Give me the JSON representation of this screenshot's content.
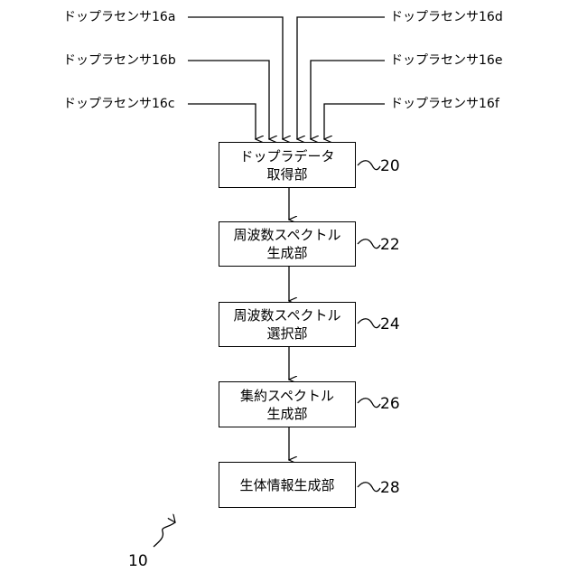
{
  "sensors": {
    "a": "ドップラセンサ16a",
    "b": "ドップラセンサ16b",
    "c": "ドップラセンサ16c",
    "d": "ドップラセンサ16d",
    "e": "ドップラセンサ16e",
    "f": "ドップラセンサ16f"
  },
  "blocks": [
    {
      "line1": "ドップラデータ",
      "line2": "取得部",
      "ref": "20"
    },
    {
      "line1": "周波数スペクトル",
      "line2": "生成部",
      "ref": "22"
    },
    {
      "line1": "周波数スペクトル",
      "line2": "選択部",
      "ref": "24"
    },
    {
      "line1": "集約スペクトル",
      "line2": "生成部",
      "ref": "26"
    },
    {
      "line1": "生体情報生成部",
      "line2": "",
      "ref": "28"
    }
  ],
  "system_ref": "10"
}
